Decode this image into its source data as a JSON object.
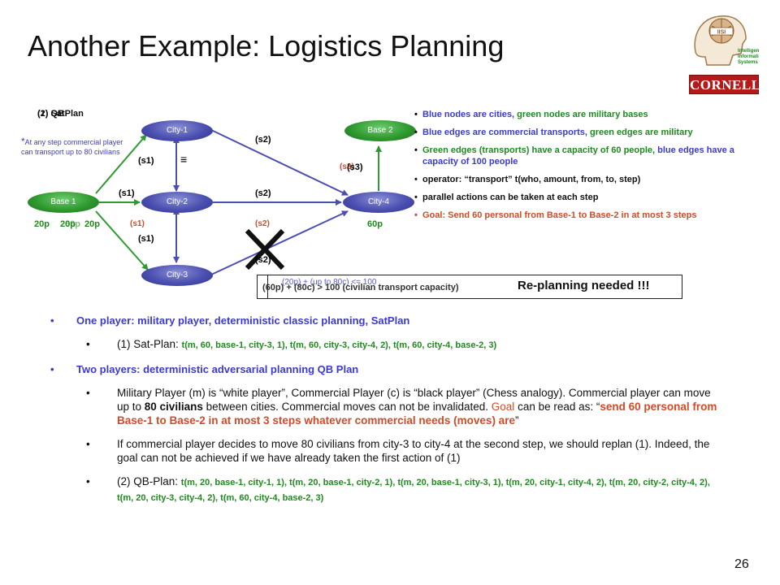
{
  "title": "Another Example: Logistics Planning",
  "logos": {
    "institute": "Intelligent Information Systems Institute",
    "cornell": "CORNELL"
  },
  "diagram": {
    "header_label": "(1) SatPlan",
    "header_overlap": "(2) QB",
    "nodes": {
      "base1": "Base 1",
      "city1": "City-1",
      "city2": "City-2",
      "city3": "City-3",
      "city4": "City-4",
      "base2": "Base 2"
    },
    "edge_labels": {
      "b1_c1": "(s1)",
      "b1_c2": "(s1)",
      "b1_c3": "(s1)",
      "c3_red": "(s1)",
      "c1_c4": "(s2)",
      "c2_c4": "(s2)",
      "c3_c4_red": "(s2)",
      "c3_c4": "(s2)",
      "c4_b2": "(s3)",
      "c4_b2_red": "(s3)",
      "equiv": "≡"
    },
    "people": {
      "b1_a": "20p",
      "b1_b": "20p",
      "b1_c": "20p",
      "b1_d": "60p",
      "c4": "60p"
    },
    "note_star": "*",
    "note": "At any step commercial player can transport up to 80 civilians"
  },
  "bullets": {
    "b1": {
      "a": "Blue nodes are cities, ",
      "b": "green nodes are military bases"
    },
    "b2": {
      "a": "Blue edges are commercial transports, ",
      "b": "green edges are military"
    },
    "b3": {
      "a": "Green edges (transports) have a capacity of 60 people, ",
      "b": "blue edges have a capacity of 100 people"
    },
    "b4": "operator: “transport” t(who, amount, from, to, step)",
    "b5": "parallel actions can be taken at each step",
    "b6": "Goal: Send 60 personal from Base-1 to Base-2 in at most 3 steps"
  },
  "capacity": {
    "text": "(60p) + (80c) > 100 (civilian transport capacity)",
    "ghost": "(20p) + (up to 80c) <= 100",
    "replan": "Re-planning needed !!!"
  },
  "body": {
    "p1": "One player: military player, deterministic classic planning, SatPlan",
    "p1a_label": "(1) Sat-Plan: ",
    "p1a_plan": "t(m, 60, base-1, city-3, 1), t(m, 60, city-3, city-4, 2),  t(m, 60, city-4, base-2, 3)",
    "p2": "Two players: deterministic adversarial planning QB Plan",
    "p2a": {
      "t1": "Military Player (m)  is “white player”, Commercial Player (c) is “black player” (Chess analogy). Commercial player can move up to ",
      "t2": "80 civilians",
      "t3": " between cities. Commercial moves can not be invalidated. ",
      "t4": "Goal",
      "t5": " can be read as: “",
      "t6": "send 60 personal from Base-1 to Base-2 in at most 3 steps whatever commercial needs (moves) are",
      "t7": "”"
    },
    "p2b": "If commercial player decides to move 80 civilians from city-3 to city-4 at the second step, we should replan (1). Indeed, the goal can not be achieved if we have already taken the first action of (1)",
    "p2c_label": "(2) QB-Plan: ",
    "p2c_plan": "t(m, 20, base-1, city-1, 1), t(m, 20, base-1, city-2, 1), t(m, 20, base-1, city-3, 1), t(m, 20, city-1, city-4, 2), t(m, 20, city-2, city-4, 2), t(m, 20, city-3, city-4, 2), t(m, 60, city-4, base-2, 3)"
  },
  "page_number": "26",
  "colors": {
    "blue_node": "#4b4fb0",
    "green_node": "#2f9a2f",
    "blue_text": "#3a3ad0",
    "green_text": "#1e8a1e",
    "red_text": "#d24a28"
  }
}
